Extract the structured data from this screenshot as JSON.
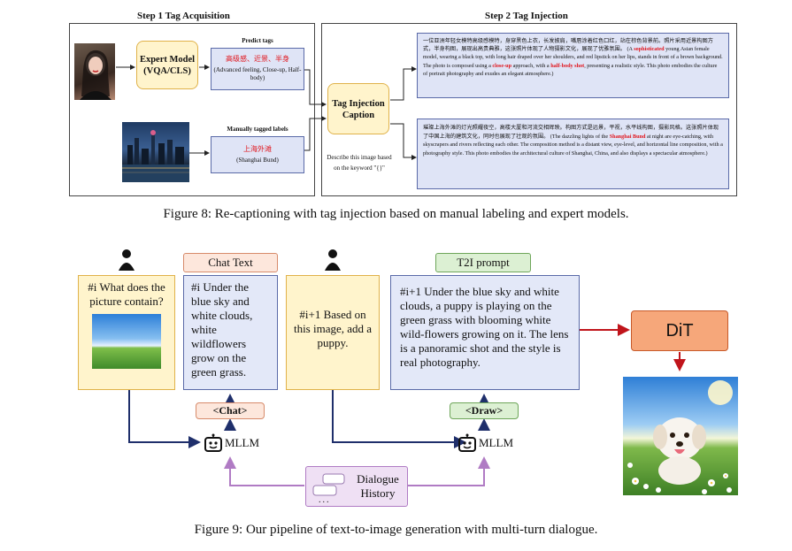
{
  "fig8": {
    "step1_title": "Step 1 Tag Acquisition",
    "step2_title": "Step 2 Tag Injection",
    "expert_model": "Expert Model (VQA/CLS)",
    "predict_tags_label": "Predict tags",
    "predict_tags_cn": "高级感、近景、半身",
    "predict_tags_en": "(Advanced feeling, Close-up, Half-body)",
    "manual_labels_label": "Manually tagged labels",
    "manual_tag_cn": "上海外滩",
    "manual_tag_en": "(Shanghai Bund)",
    "tag_injection": "Tag Injection Caption",
    "describe_text": "Describe this image based on the keyword \"{}\"",
    "out1_cn": "一位亚洲年轻女模特高级感模特，身穿黑色上衣，长发披肩，嘴唇涂着红色口红，站在棕色背景前。照片采用近景构图方式，半身构图，展现出高贵典雅，这张照片体现了人物摄影文化，展现了优雅氛围。",
    "out1_en_pre": "(A",
    "out1_en_hl1": "sophisticated",
    "out1_en_mid1": "young Asian female model, wearing a black top, with long hair draped over her shoulders, and red lipstick on her lips, stands in front of a brown background. The photo is composed using a",
    "out1_en_hl2": "close-up",
    "out1_en_mid2": "approach, with a",
    "out1_en_hl3": "half-body shot",
    "out1_en_post": ", presenting a realistic style. This photo embodies the culture of portrait photography and exudes an elegant atmosphere.)",
    "out2_cn": "璀璨上海外滩的灯光照耀夜空，高楼大厦和河流交相辉映。构图方式是远景，平视，水平线构图，摄影风格。这张照片体现了中国上海的建筑文化，同时也展现了壮观的氛围。",
    "out2_en_pre": "(The dazzling lights of the",
    "out2_en_hl": "Shanghai Bund",
    "out2_en_post": "at night are eye-catching, with skyscrapers and rivers reflecting each other. The composition method is a distant view, eye-level, and horizontal line composition, with a photography style. This photo embodies the architectural culture of Shanghai, China, and also displays a spectacular atmosphere.)",
    "caption": "Figure 8: Re-captioning with tag injection based on manual labeling and expert models."
  },
  "fig9": {
    "chat_text_label": "Chat Text",
    "t2i_prompt_label": "T2I prompt",
    "q1": "#i  What does the picture contain?",
    "a1": "#i  Under the blue sky and white clouds, white wildflowers grow on the green grass.",
    "q2": "#i+1  Based on this image, add a puppy.",
    "a2": "#i+1 Under the blue sky and white clouds, a puppy is playing on the green grass with blooming white wild-flowers growing on it. The lens is a panoramic shot and the style is real photography.",
    "chat_tag": "<Chat>",
    "draw_tag": "<Draw>",
    "mllm": "MLLM",
    "dit": "DiT",
    "dialogue_history": "Dialogue History",
    "ellipsis": "...",
    "caption": "Figure 9: Our pipeline of text-to-image generation with multi-turn dialogue."
  }
}
